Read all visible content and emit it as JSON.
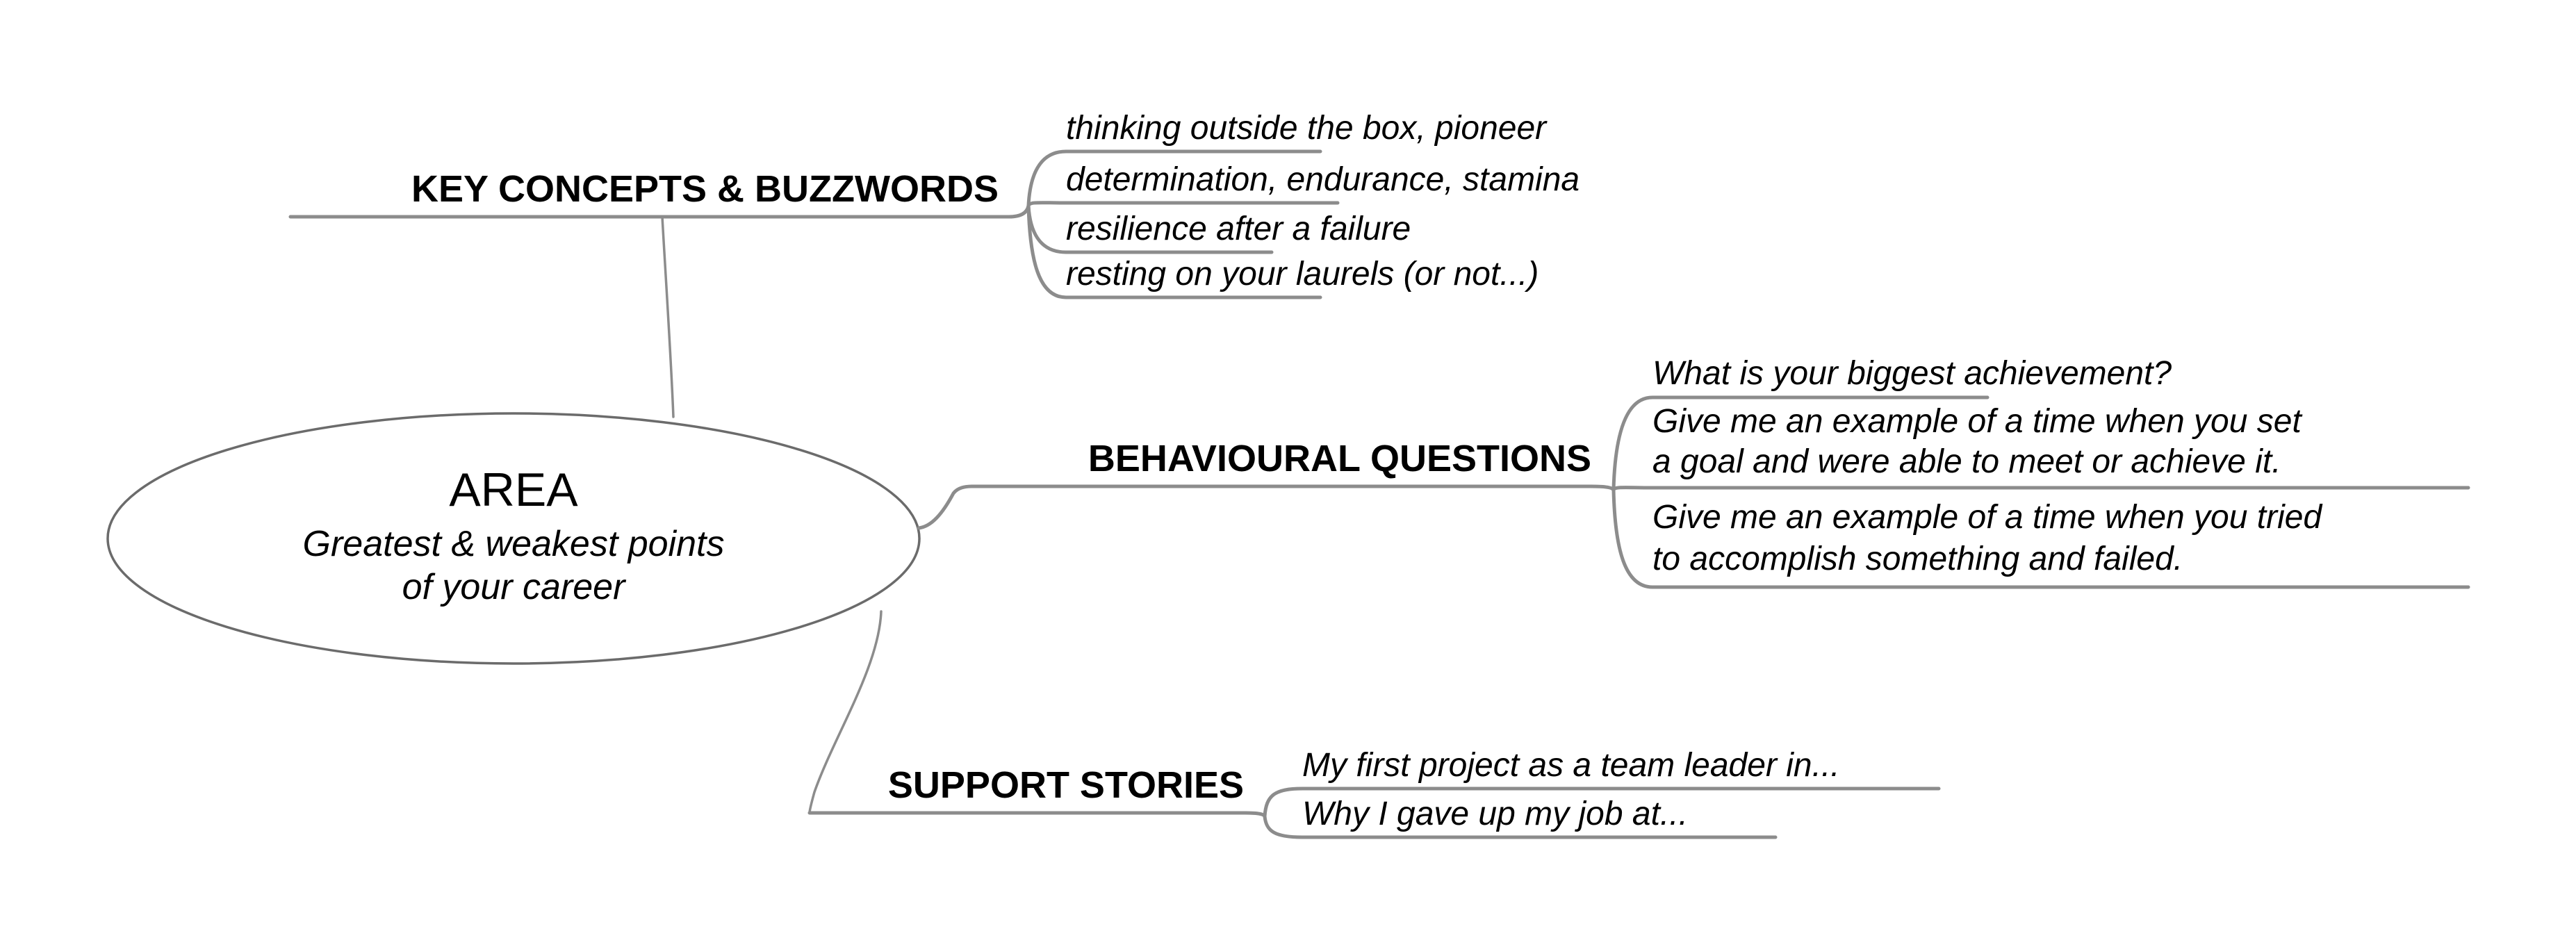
{
  "diagram": {
    "type": "mind-map",
    "orientation": "left-to-right",
    "line_color": "#8c8c8c",
    "node_border_color": "#6b6b6b",
    "text_color": "#000000",
    "background": "#ffffff"
  },
  "root": {
    "title": "AREA",
    "subtitle_line1": "Greatest & weakest points",
    "subtitle_line2": "of your career"
  },
  "branches": [
    {
      "label": "KEY CONCEPTS & BUZZWORDS",
      "items": [
        {
          "lines": [
            "thinking outside the box, pioneer"
          ]
        },
        {
          "lines": [
            "determination, endurance, stamina"
          ]
        },
        {
          "lines": [
            "resilience after a failure"
          ]
        },
        {
          "lines": [
            "resting on your laurels (or not...)"
          ]
        }
      ]
    },
    {
      "label": "BEHAVIOURAL QUESTIONS",
      "items": [
        {
          "lines": [
            "What is your biggest achievement?"
          ]
        },
        {
          "lines": [
            "Give me an example of a time when you set",
            "a goal and were able to meet or achieve it."
          ]
        },
        {
          "lines": [
            "Give me an example of a time when you tried",
            "to accomplish something and failed."
          ]
        }
      ]
    },
    {
      "label": "SUPPORT STORIES",
      "items": [
        {
          "lines": [
            "My first project as a team leader in..."
          ]
        },
        {
          "lines": [
            "Why I gave up my job at..."
          ]
        }
      ]
    }
  ]
}
